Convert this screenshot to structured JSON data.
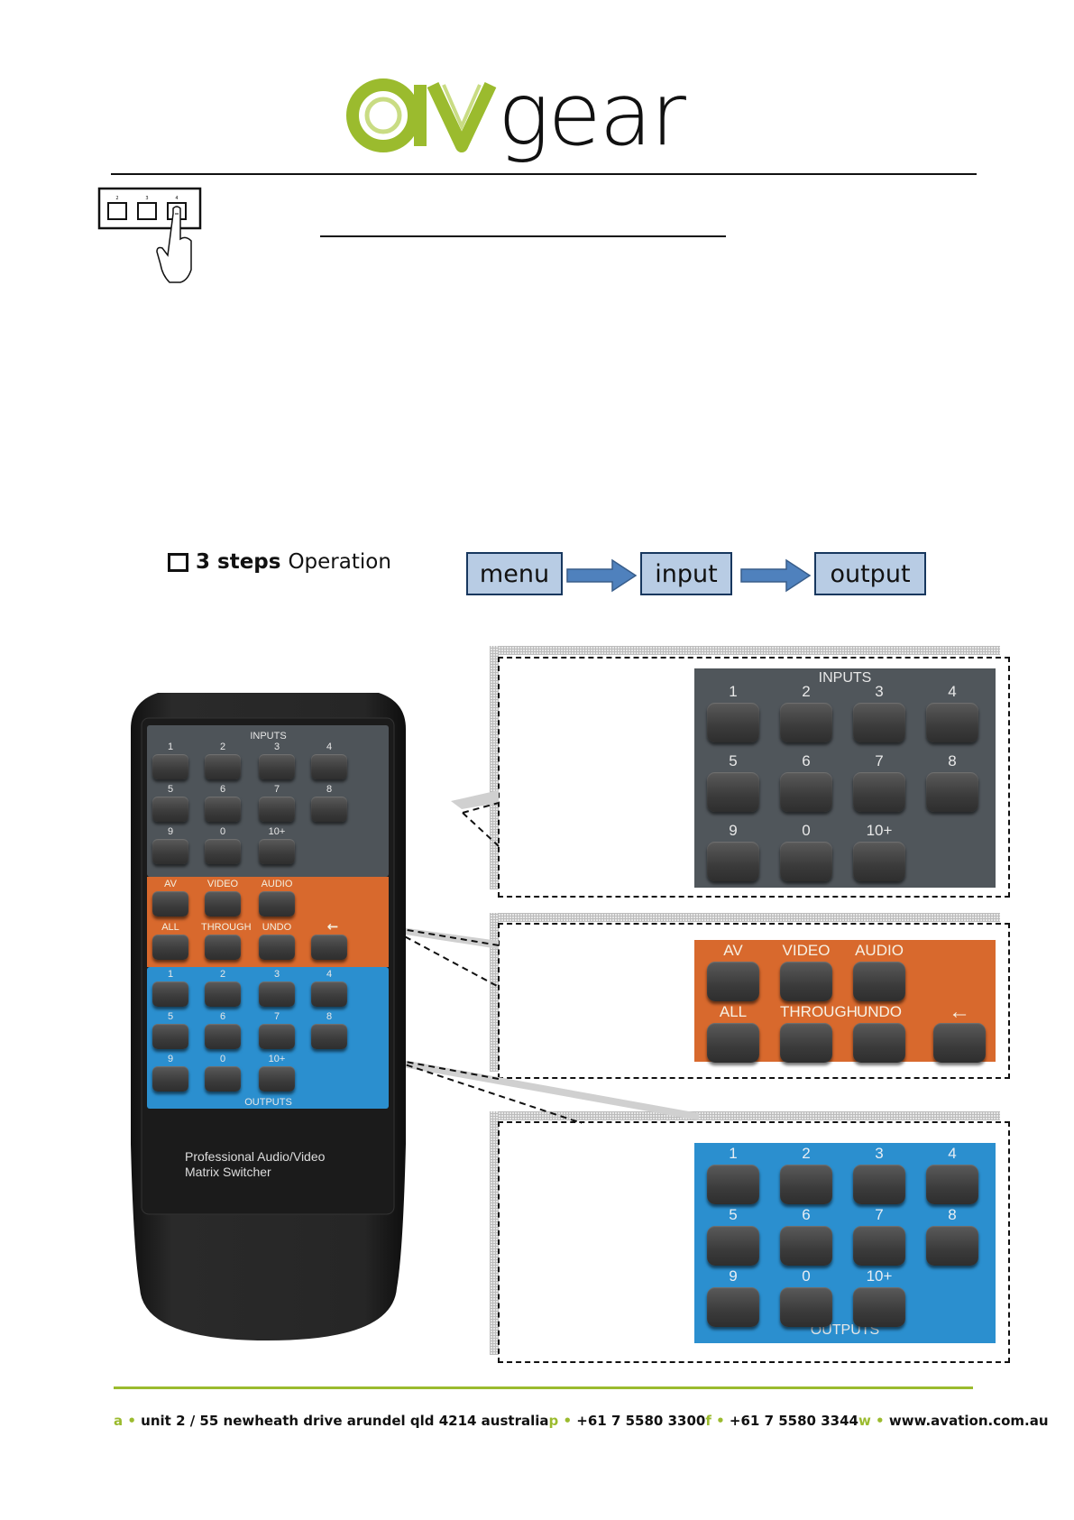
{
  "logo": {
    "text": "avgear",
    "colors": {
      "green": "#9bbb2e",
      "black": "#111111"
    }
  },
  "hand_icon": {
    "name": "hand-press-button-icon"
  },
  "steps": {
    "bullet_icon": "square-bullet-icon",
    "bold": "3 steps",
    "rest": "Operation"
  },
  "flow": [
    {
      "label": "menu"
    },
    {
      "label": "input"
    },
    {
      "label": "output"
    }
  ],
  "flow_colors": {
    "box_fill": "#b8cce4",
    "box_border": "#17375e",
    "arrow": "#4f81bd"
  },
  "remote": {
    "inputs_label": "INPUTS",
    "outputs_label": "OUTPUTS",
    "number_rows": [
      [
        "1",
        "2",
        "3",
        "4"
      ],
      [
        "5",
        "6",
        "7",
        "8"
      ],
      [
        "9",
        "0",
        "10+"
      ]
    ],
    "function_row_1": [
      "AV",
      "VIDEO",
      "AUDIO"
    ],
    "function_row_2": [
      "ALL",
      "THROUGH",
      "UNDO"
    ],
    "back_arrow_icon": "left-arrow-icon",
    "caption_line1": "Professional Audio/Video",
    "caption_line2": "Matrix Switcher",
    "colors": {
      "body": "#1e1e1e",
      "inputs": "#4e5459",
      "functions": "#d8692d",
      "outputs": "#2b8fcf"
    }
  },
  "zoom_inputs": {
    "title": "INPUTS",
    "rows": [
      [
        "1",
        "2",
        "3",
        "4"
      ],
      [
        "5",
        "6",
        "7",
        "8"
      ],
      [
        "9",
        "0",
        "10+"
      ]
    ]
  },
  "zoom_functions": {
    "row_1": [
      "AV",
      "VIDEO",
      "AUDIO"
    ],
    "row_2": [
      "ALL",
      "THROUGH",
      "UNDO"
    ],
    "back_arrow_icon": "left-arrow-icon"
  },
  "zoom_outputs": {
    "title": "OUTPUTS",
    "rows": [
      [
        "1",
        "2",
        "3",
        "4"
      ],
      [
        "5",
        "6",
        "7",
        "8"
      ],
      [
        "9",
        "0",
        "10+"
      ]
    ]
  },
  "footer": {
    "a_prefix": "a •",
    "address": "unit 2 / 55 newheath drive arundel qld 4214 australia",
    "p_prefix": "p •",
    "phone": "+61 7 5580 3300",
    "f_prefix": "f •",
    "fax": "+61 7 5580 3344",
    "w_prefix": "w •",
    "web": "www.avation.com.au"
  }
}
